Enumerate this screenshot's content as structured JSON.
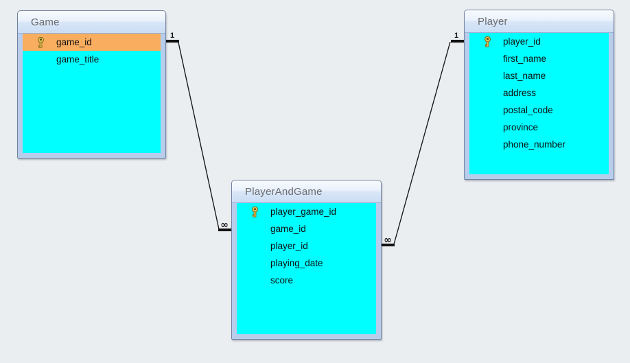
{
  "canvas": {
    "background_color": "#EBEEF1"
  },
  "tables": [
    {
      "name": "Game",
      "fields": [
        {
          "name": "game_id",
          "primary_key": true,
          "highlighted": true
        },
        {
          "name": "game_title",
          "primary_key": false,
          "highlighted": false
        }
      ]
    },
    {
      "name": "Player",
      "fields": [
        {
          "name": "player_id",
          "primary_key": true,
          "highlighted": false
        },
        {
          "name": "first_name",
          "primary_key": false,
          "highlighted": false
        },
        {
          "name": "last_name",
          "primary_key": false,
          "highlighted": false
        },
        {
          "name": "address",
          "primary_key": false,
          "highlighted": false
        },
        {
          "name": "postal_code",
          "primary_key": false,
          "highlighted": false
        },
        {
          "name": "province",
          "primary_key": false,
          "highlighted": false
        },
        {
          "name": "phone_number",
          "primary_key": false,
          "highlighted": false
        }
      ]
    },
    {
      "name": "PlayerAndGame",
      "fields": [
        {
          "name": "player_game_id",
          "primary_key": true,
          "highlighted": false
        },
        {
          "name": "game_id",
          "primary_key": false,
          "highlighted": false
        },
        {
          "name": "player_id",
          "primary_key": false,
          "highlighted": false
        },
        {
          "name": "playing_date",
          "primary_key": false,
          "highlighted": false
        },
        {
          "name": "score",
          "primary_key": false,
          "highlighted": false
        }
      ]
    }
  ],
  "relationships": [
    {
      "one_table": "Game",
      "one_field": "game_id",
      "many_table": "PlayerAndGame",
      "many_field": "game_id",
      "one_label": "1",
      "many_label": "∞"
    },
    {
      "one_table": "Player",
      "one_field": "player_id",
      "many_table": "PlayerAndGame",
      "many_field": "player_id",
      "one_label": "1",
      "many_label": "∞"
    }
  ],
  "colors": {
    "table_fill": "#00FFFF",
    "primary_key_highlight": "#F9AD5F",
    "table_frame": "#B7CDEB",
    "header_title_text": "#6B6C6E",
    "relationship_line": "#111111"
  }
}
